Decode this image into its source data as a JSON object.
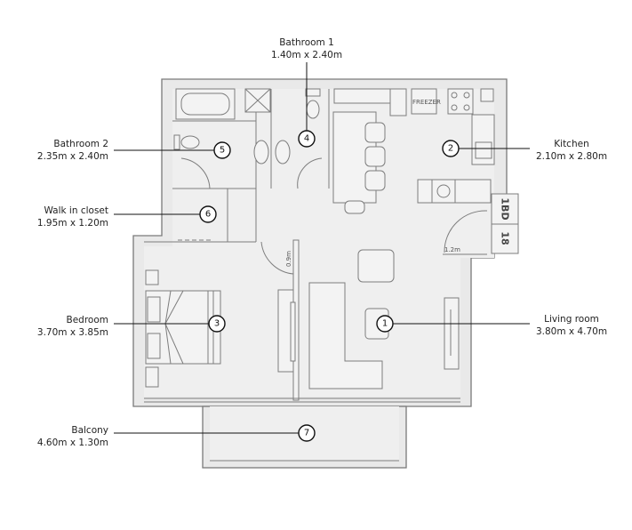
{
  "rooms": [
    {
      "number": "1",
      "name": "Living room",
      "size": "3.80m x 4.70m"
    },
    {
      "number": "2",
      "name": "Kitchen",
      "size": "2.10m x 2.80m"
    },
    {
      "number": "3",
      "name": "Bedroom",
      "size": "3.70m x 3.85m"
    },
    {
      "number": "4",
      "name": "Bathroom 1",
      "size": "1.40m x 2.40m"
    },
    {
      "number": "5",
      "name": "Bathroom 2",
      "size": "2.35m x 2.40m"
    },
    {
      "number": "6",
      "name": "Walk in closet",
      "size": "1.95m x 1.20m"
    },
    {
      "number": "7",
      "name": "Balcony",
      "size": "4.60m x 1.30m"
    }
  ],
  "plan_text": {
    "unit_type": "1BD",
    "unit_number": "18",
    "entry_door_width": "1.2m",
    "bedroom_door_width": "0.9m",
    "freezer": "FREEZER"
  }
}
